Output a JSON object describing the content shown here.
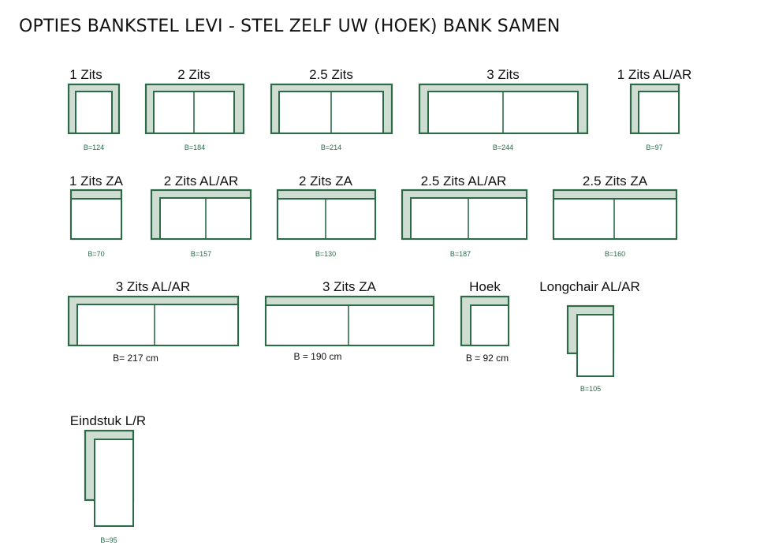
{
  "title": "OPTIES BANKSTEL LEVI - STEL ZELF UW (HOEK) BANK SAMEN",
  "modules": [
    {
      "id": "m1",
      "name": "1 Zits",
      "width": "B=124"
    },
    {
      "id": "m2",
      "name": "2 Zits",
      "width": "B=184"
    },
    {
      "id": "m3",
      "name": "2.5 Zits",
      "width": "B=214"
    },
    {
      "id": "m4",
      "name": "3 Zits",
      "width": "B=244"
    },
    {
      "id": "m5",
      "name": "1 Zits AL/AR",
      "width": "B=97"
    },
    {
      "id": "m6",
      "name": "1 Zits ZA",
      "width": "B=70"
    },
    {
      "id": "m7",
      "name": "2 Zits AL/AR",
      "width": "B=157"
    },
    {
      "id": "m8",
      "name": "2 Zits ZA",
      "width": "B=130"
    },
    {
      "id": "m9",
      "name": "2.5 Zits AL/AR",
      "width": "B=187"
    },
    {
      "id": "m10",
      "name": "2.5 Zits ZA",
      "width": "B=160"
    },
    {
      "id": "m11",
      "name": "3 Zits AL/AR",
      "width": "B= 217 cm"
    },
    {
      "id": "m12",
      "name": "3 Zits ZA",
      "width": "B = 190 cm"
    },
    {
      "id": "m13",
      "name": "Hoek",
      "width": "B = 92 cm"
    },
    {
      "id": "m14",
      "name": "Longchair AL/AR",
      "width": "B=105"
    },
    {
      "id": "m15",
      "name": "Eindstuk L/R",
      "width": "B=95"
    }
  ]
}
